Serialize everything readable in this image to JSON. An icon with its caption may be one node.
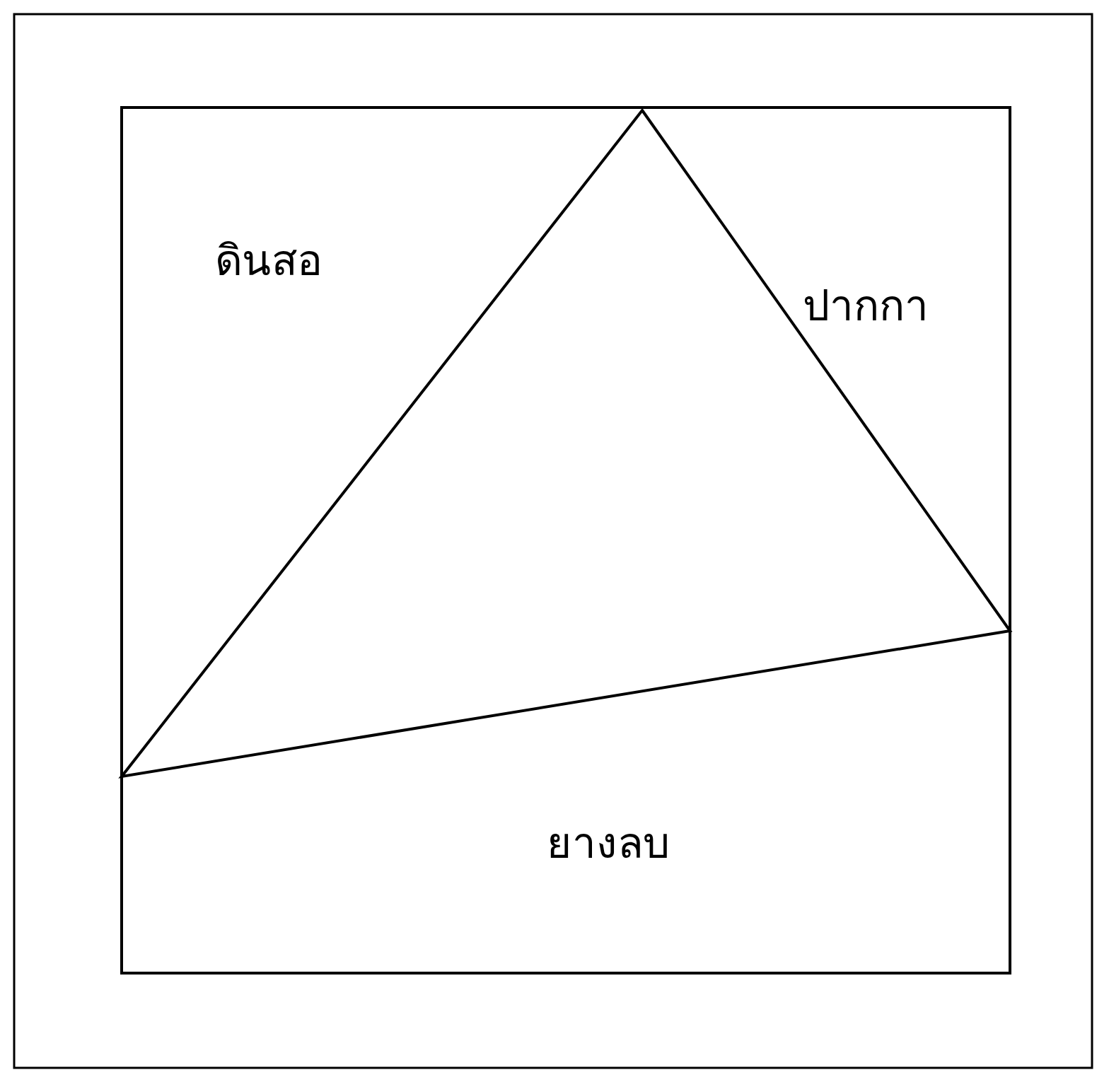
{
  "diagram": {
    "labels": [
      "ดินสอ",
      "ปากกา",
      "ยางลบ"
    ]
  }
}
